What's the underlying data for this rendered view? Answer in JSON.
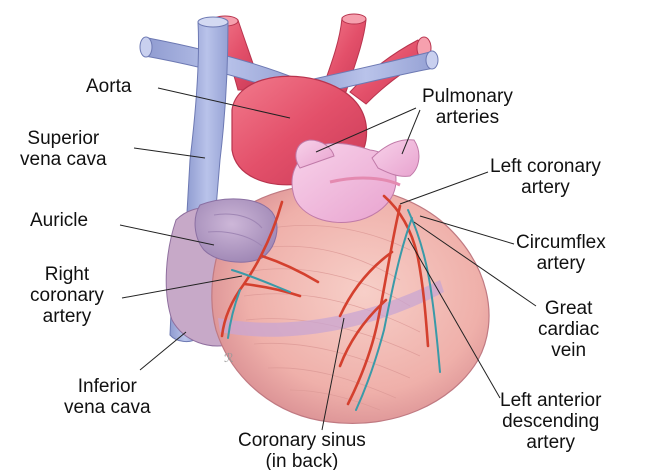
{
  "diagram": {
    "labels": {
      "aorta": [
        "Aorta"
      ],
      "superior_vena_cava": [
        "Superior",
        "vena cava"
      ],
      "auricle": [
        "Auricle"
      ],
      "right_coronary_artery": [
        "Right",
        "coronary",
        "artery"
      ],
      "inferior_vena_cava": [
        "Inferior",
        "vena cava"
      ],
      "coronary_sinus": [
        "Coronary sinus",
        "(in back)"
      ],
      "pulmonary_arteries": [
        "Pulmonary",
        "arteries"
      ],
      "left_coronary_artery": [
        "Left coronary",
        "artery"
      ],
      "circumflex_artery": [
        "Circumflex",
        "artery"
      ],
      "great_cardiac_vein": [
        "Great",
        "cardiac",
        "vein"
      ],
      "left_anterior_descending_artery": [
        "Left anterior",
        "descending",
        "artery"
      ]
    },
    "colors": {
      "artery": "#e3506a",
      "vein": "#a9b4de",
      "myocardium": "#f2b9b4",
      "auricle": "#b8a3c9",
      "pulmonary": "#f5bfe0",
      "coronary_artery": "#d4402e",
      "cardiac_vein": "#3a9aa8",
      "leader_line": "#222222"
    }
  }
}
